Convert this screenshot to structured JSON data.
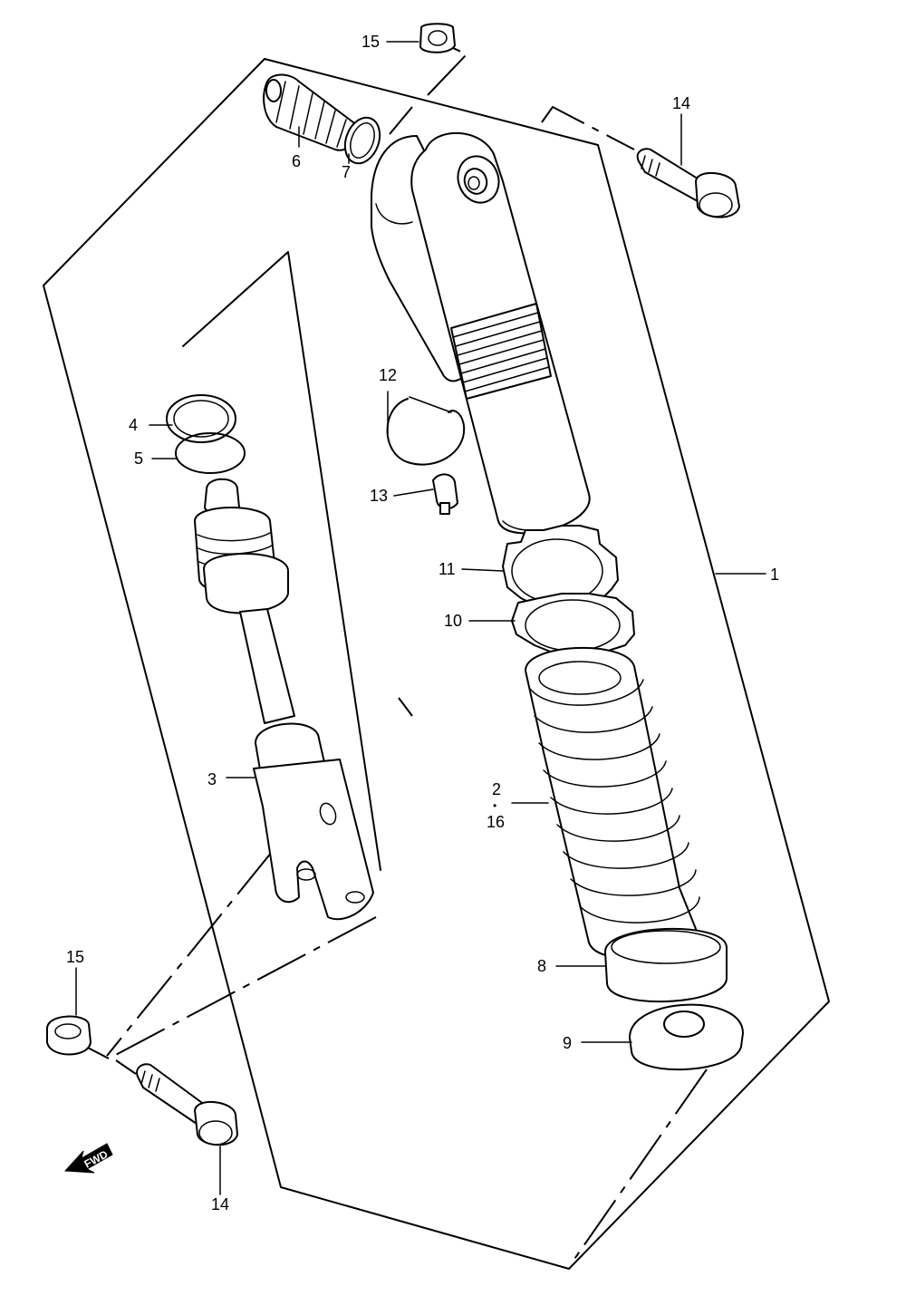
{
  "labels": {
    "p1": "1",
    "p2": "2",
    "dot": "•",
    "p16": "16",
    "p3": "3",
    "p4": "4",
    "p5": "5",
    "p6": "6",
    "p7": "7",
    "p8": "8",
    "p9": "9",
    "p10": "10",
    "p11": "11",
    "p12": "12",
    "p13": "13",
    "p14_top": "14",
    "p14_bottom": "14",
    "p15_top": "15",
    "p15_bottom": "15"
  },
  "fwd_arrow": {
    "text": "FWD"
  }
}
